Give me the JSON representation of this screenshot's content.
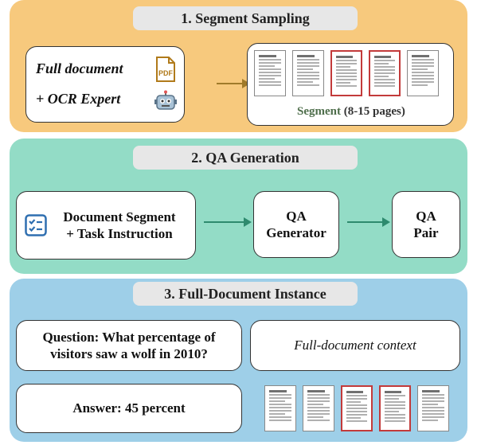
{
  "panels": [
    {
      "title": "1. Segment Sampling",
      "color": "#f7c97d"
    },
    {
      "title": "2. QA Generation",
      "color": "#93dcc6"
    },
    {
      "title": "3. Full-Document Instance",
      "color": "#9ecfe8"
    }
  ],
  "sampling": {
    "full_document": "Full document",
    "ocr_expert": "+ OCR Expert",
    "segment_word": "Segment",
    "segment_range": "(8-15 pages)",
    "pdf_icon_label": "PDF"
  },
  "generation": {
    "input_line1": "Document Segment",
    "input_line2": "+ Task Instruction",
    "generator_line1": "QA",
    "generator_line2": "Generator",
    "output_line1": "QA",
    "output_line2": "Pair"
  },
  "instance": {
    "question_line1": "Question: What percentage of",
    "question_line2": "visitors saw a wolf in 2010?",
    "context": "Full-document context",
    "answer": "Answer: 45 percent"
  },
  "colors": {
    "arrow_sampling": "#a07a2a",
    "arrow_generation": "#2e8a6e",
    "highlight_page": "#c33a3a"
  }
}
